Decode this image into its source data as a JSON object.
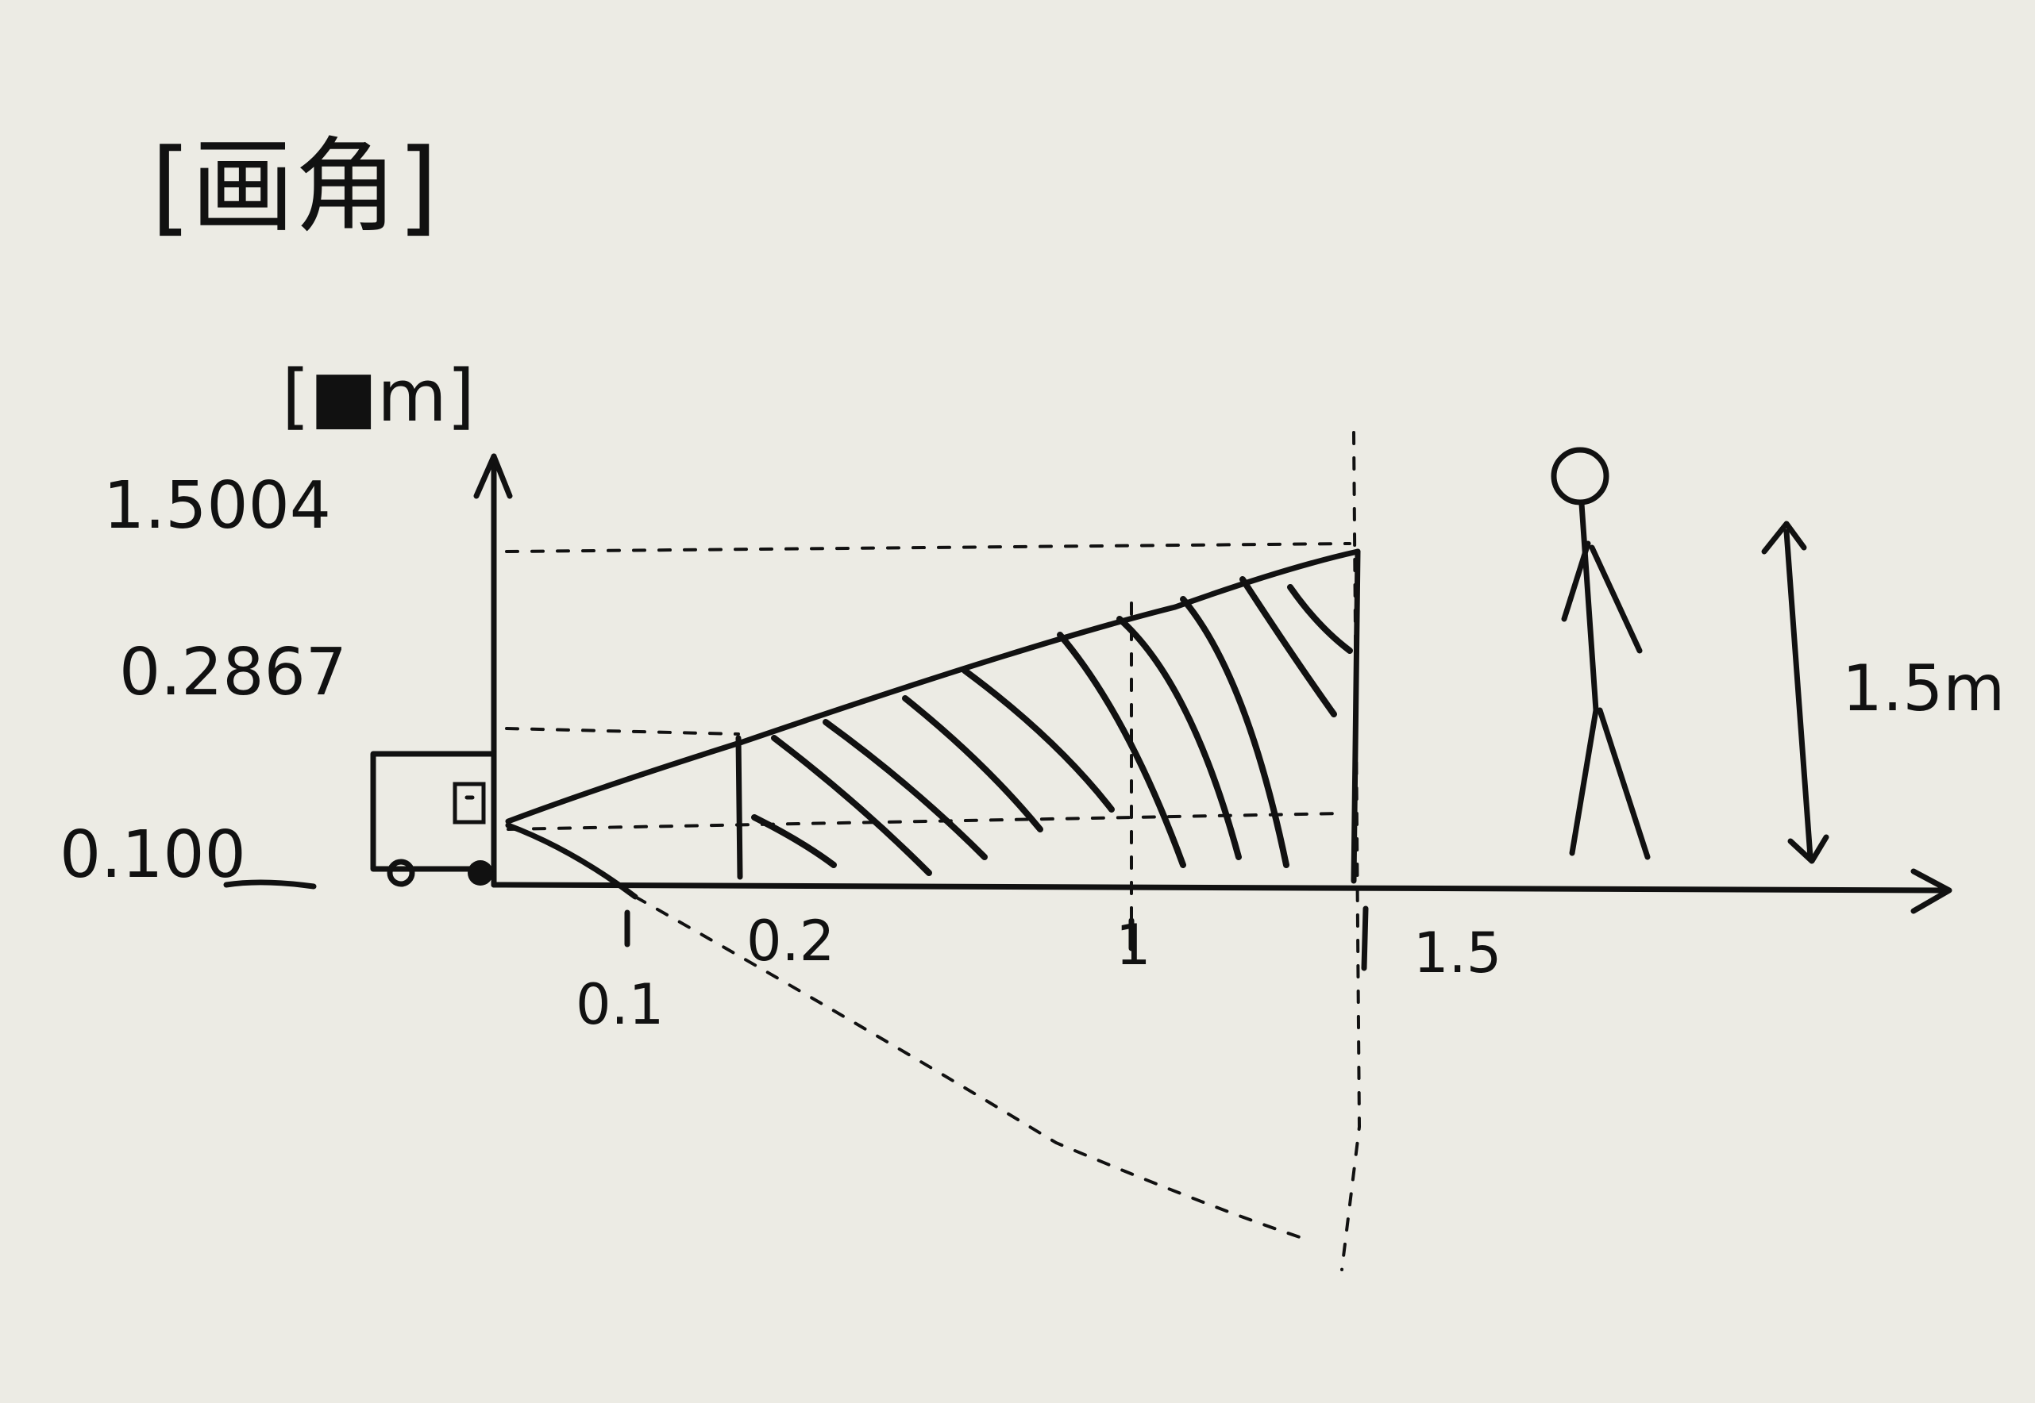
{
  "title": "[画角]",
  "unit_label": "[■m]",
  "y_axis_labels": [
    "1.5004",
    "0.2867",
    "0.100"
  ],
  "x_axis_labels": [
    "0.1",
    "0.2",
    "1",
    "1.5"
  ],
  "person_height_label": "1.5m",
  "icons": {
    "robot": "robot-camera-icon",
    "person": "stick-figure-icon",
    "arrow": "double-arrow-icon"
  },
  "colors": {
    "paper": "#ecebe4",
    "ink": "#111111"
  }
}
